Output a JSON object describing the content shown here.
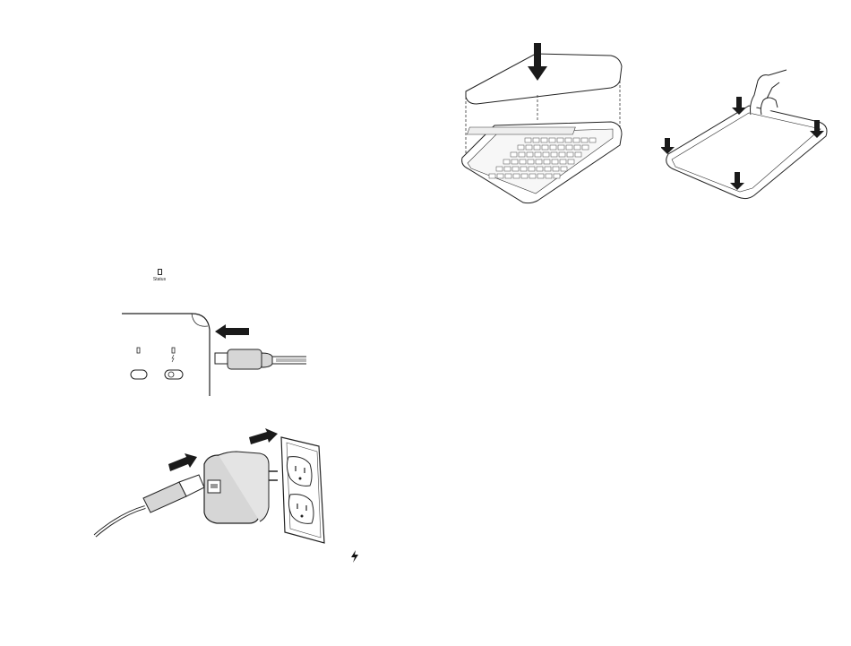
{
  "status_indicator": {
    "label": "Status"
  },
  "icons": {
    "status_led": "status-led-icon",
    "charge_bolt": "lightning-bolt-icon"
  },
  "figures": [
    "keyboard-case-lid-attach",
    "tablet-press-corners",
    "charging-port-cable",
    "usb-wall-adapter-outlet"
  ]
}
